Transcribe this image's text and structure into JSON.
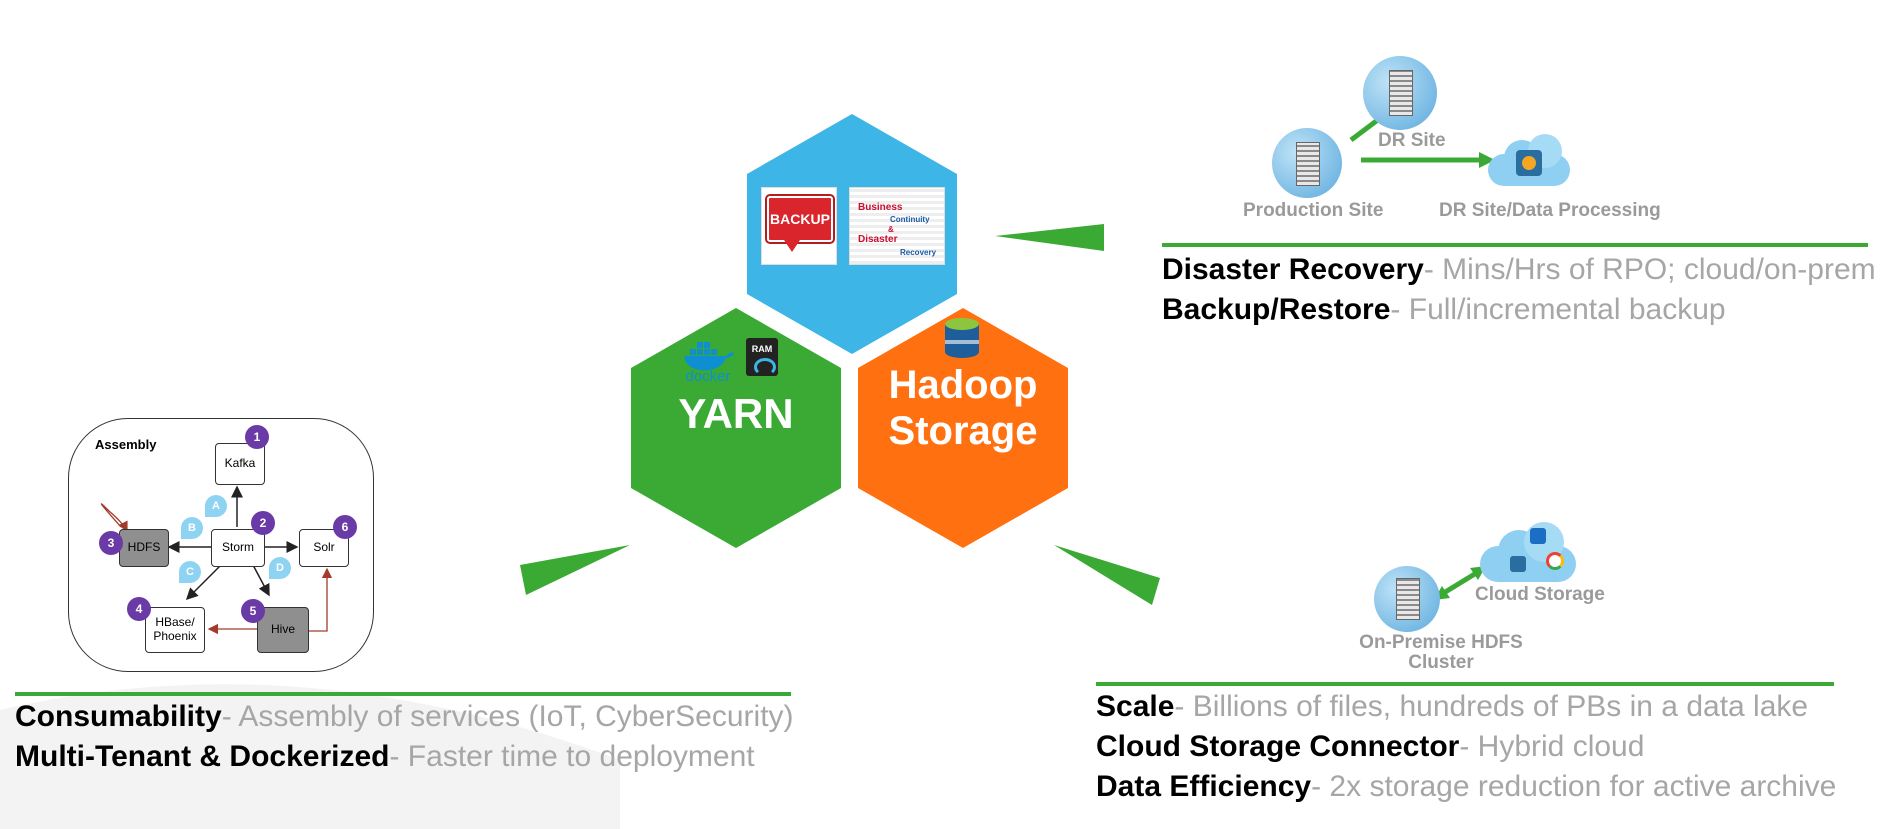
{
  "hexagons": {
    "yarn": {
      "label": "YARN",
      "docker_logo": "docker",
      "ram_label": "RAM",
      "color": "#3aaa35"
    },
    "hadoop": {
      "label_line1": "Hadoop",
      "label_line2": "Storage",
      "color": "#ff7010"
    },
    "top": {
      "backup_sign": "BACKUP",
      "bc_line1": "Business",
      "bc_line2": "Continuity",
      "bc_line3": "&",
      "bc_line4": "Disaster",
      "bc_line5": "Recovery",
      "color": "#3db5e6"
    }
  },
  "dr_panel": {
    "dr_site_label": "DR Site",
    "production_site_label": "Production Site",
    "dr_processing_label": "DR Site/Data Processing",
    "items": [
      {
        "key": "Disaster Recovery",
        "desc": "- Mins/Hrs of RPO; cloud/on-prem"
      },
      {
        "key": "Backup/Restore",
        "desc": "- Full/incremental backup"
      }
    ]
  },
  "storage_panel": {
    "cloud_storage_label": "Cloud Storage",
    "onprem_label_line1": "On-Premise HDFS",
    "onprem_label_line2": "Cluster",
    "items": [
      {
        "key": "Scale",
        "desc": "- Billions of files, hundreds of PBs in a data lake"
      },
      {
        "key": "Cloud Storage Connector",
        "desc": "- Hybrid cloud"
      },
      {
        "key": "Data Efficiency",
        "desc": "- 2x storage reduction for active archive"
      }
    ]
  },
  "assembly_panel": {
    "title": "Assembly",
    "nodes": {
      "kafka": "Kafka",
      "storm": "Storm",
      "hdfs": "HDFS",
      "solr": "Solr",
      "hbase_line1": "HBase/",
      "hbase_line2": "Phoenix",
      "hive": "Hive"
    },
    "badges": [
      "1",
      "2",
      "3",
      "4",
      "5",
      "6"
    ],
    "pins": [
      "A",
      "B",
      "C",
      "D"
    ],
    "items": [
      {
        "key": "Consumability",
        "desc": "- Assembly of services (IoT, CyberSecurity)"
      },
      {
        "key": "Multi-Tenant & Dockerized",
        "desc": "- Faster time to deployment"
      }
    ]
  },
  "colors": {
    "accent_green": "#3aaa35",
    "muted_text": "#a6a6a6",
    "server_blue": "#5aa9dc"
  }
}
